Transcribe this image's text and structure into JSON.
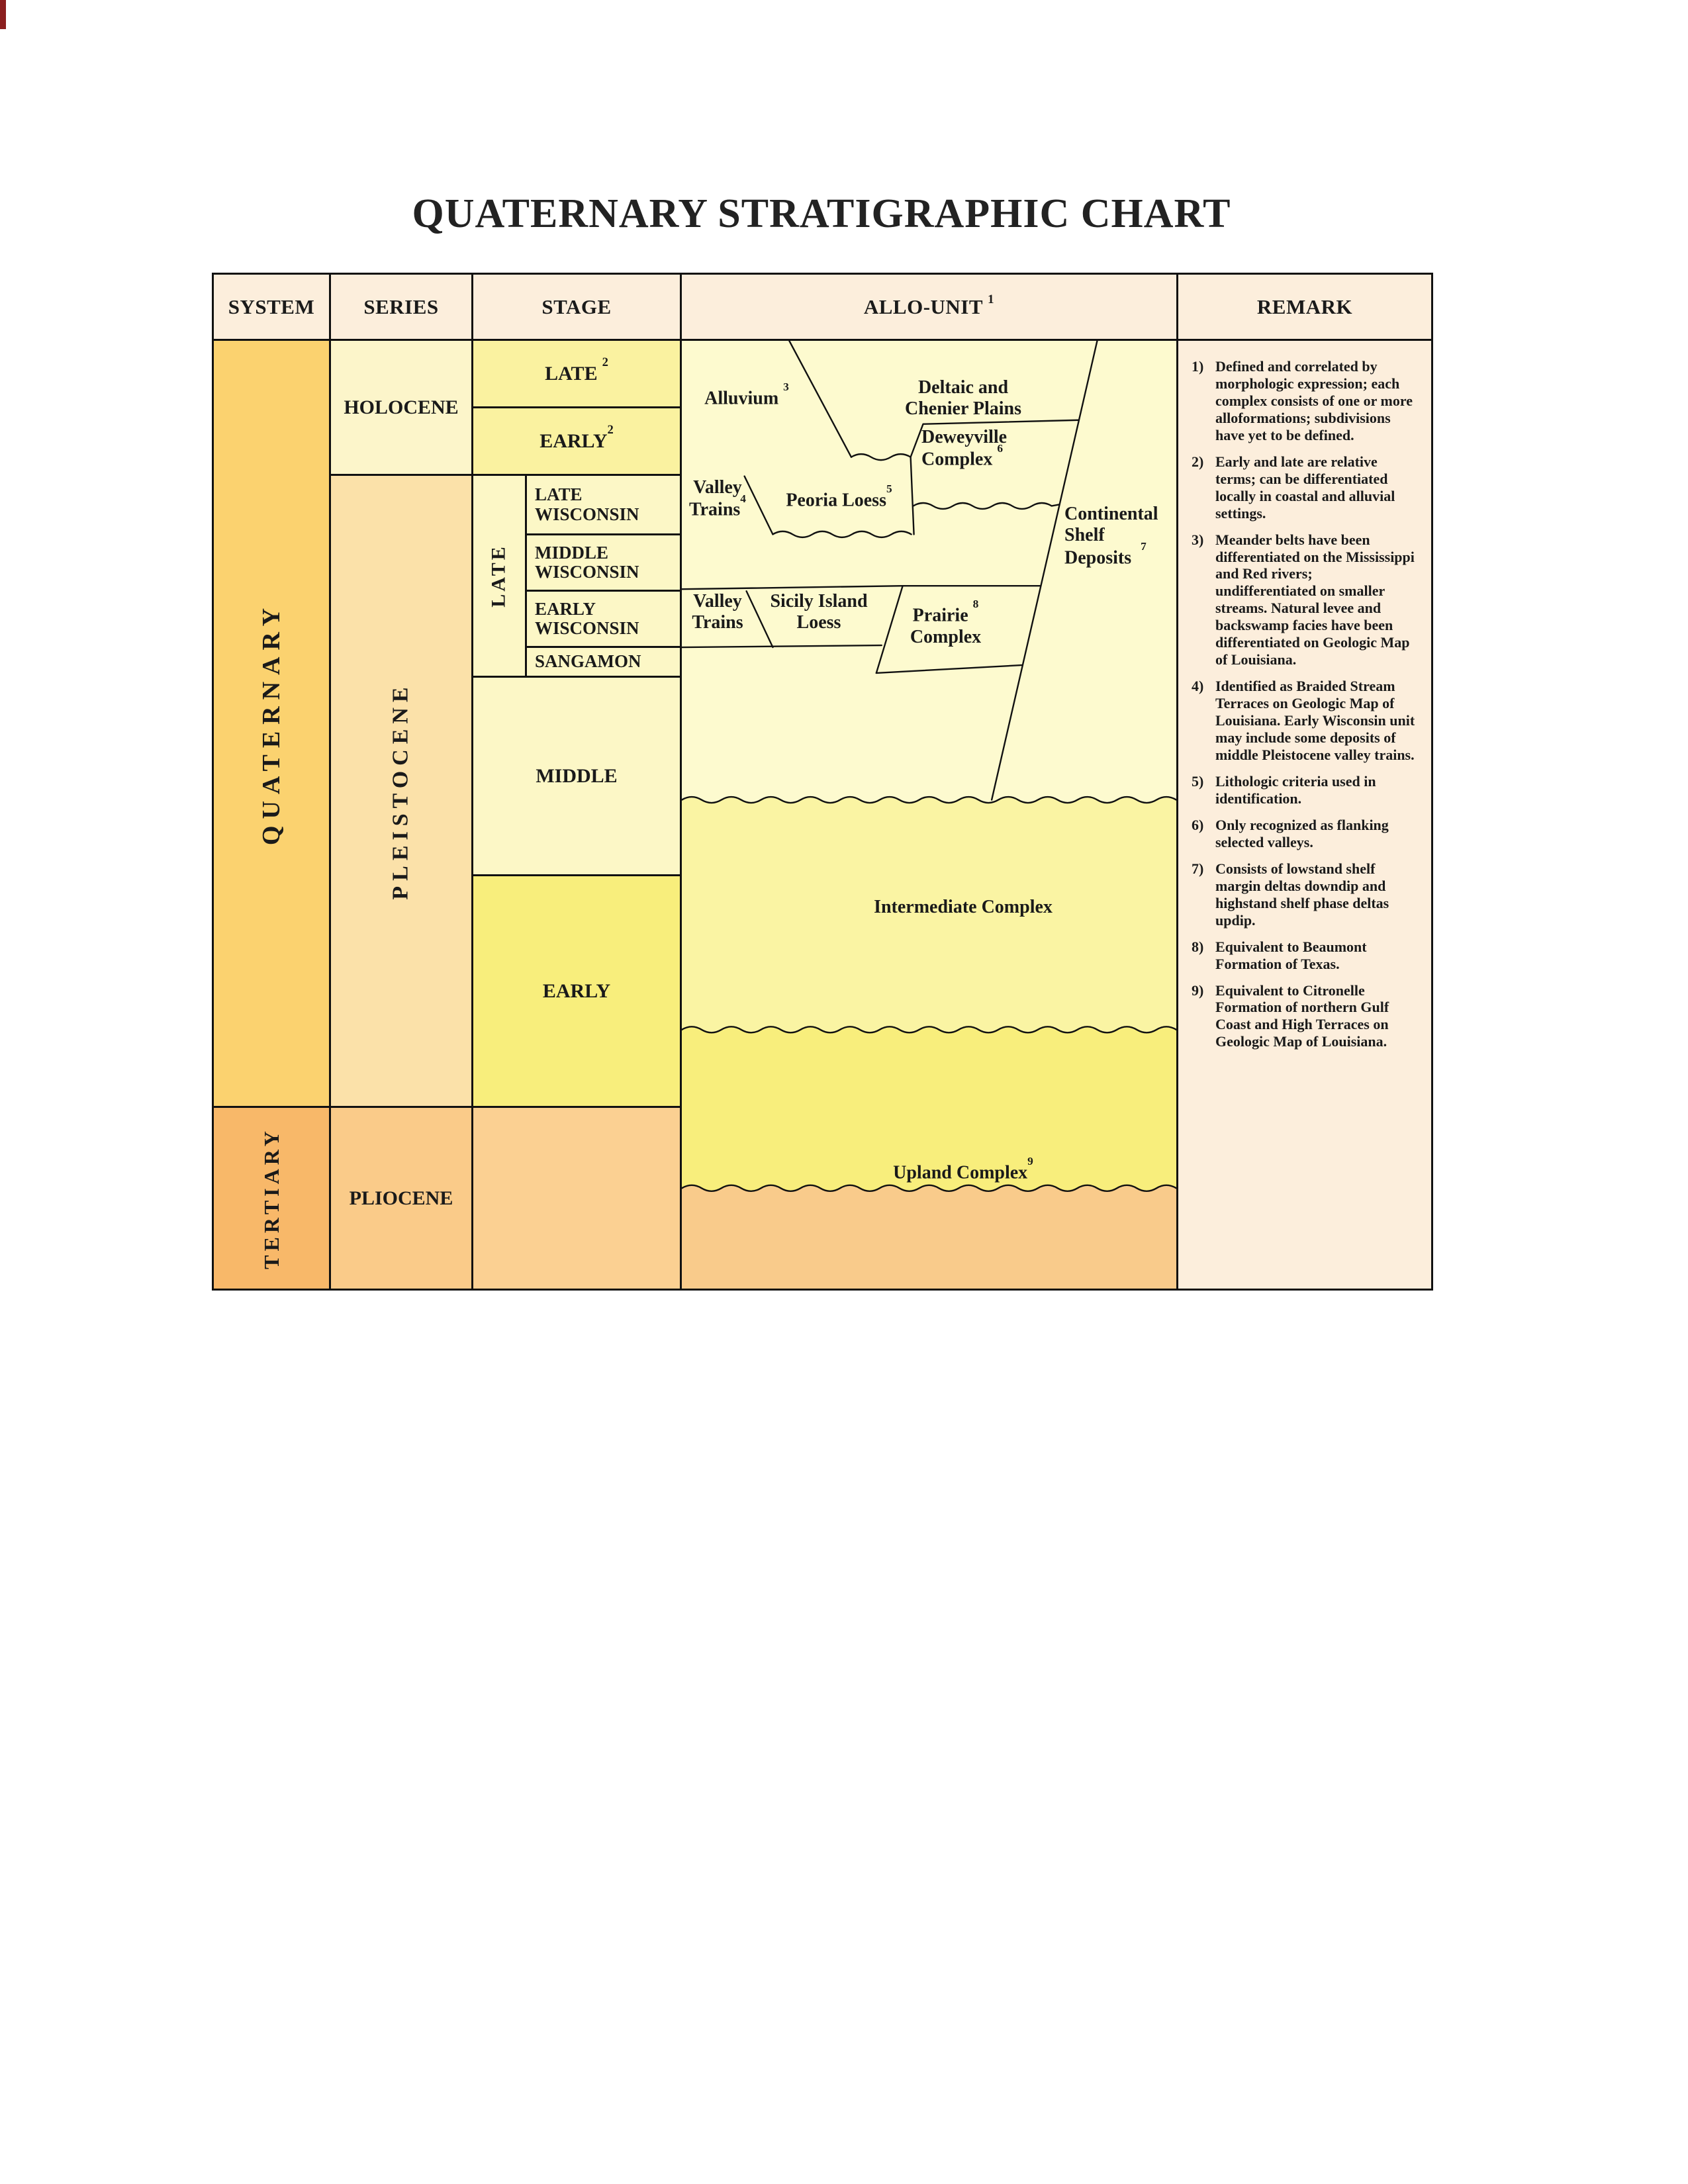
{
  "title": "QUATERNARY STRATIGRAPHIC CHART",
  "header": {
    "system": "SYSTEM",
    "series": "SERIES",
    "stage": "STAGE",
    "allo_unit": {
      "text": "ALLO-UNIT",
      "sup": "1"
    },
    "remark": "REMARK"
  },
  "system": {
    "quaternary": "QUATERNARY",
    "tertiary": "TERTIARY"
  },
  "series": {
    "holocene": "HOLOCENE",
    "pleistocene": "PLEISTOCENE",
    "pliocene": "PLIOCENE"
  },
  "stage": {
    "late_holocene": {
      "text": "LATE",
      "sup": "2"
    },
    "early_holocene": {
      "text": "EARLY",
      "sup": "2"
    },
    "late_band": "LATE",
    "late_wisconsin": "LATE WISCONSIN",
    "middle_wisconsin": "MIDDLE WISCONSIN",
    "early_wisconsin": "EARLY WISCONSIN",
    "sangamon": "SANGAMON",
    "middle": "MIDDLE",
    "early": "EARLY"
  },
  "allo_units": {
    "alluvium": {
      "text": "Alluvium",
      "sup": "3"
    },
    "deltaic": {
      "line1": "Deltaic and",
      "line2": "Chenier Plains"
    },
    "valley_trains_late": {
      "line1": "Valley",
      "line2": "Trains",
      "sup": "4"
    },
    "peoria_loess": {
      "text": "Peoria Loess",
      "sup": "5"
    },
    "deweyville": {
      "line1": "Deweyville",
      "line2": "Complex",
      "sup": "6"
    },
    "continental_shelf": {
      "line1": "Continental",
      "line2": "Shelf",
      "line3": "Deposits",
      "sup": "7"
    },
    "valley_trains_early": {
      "line1": "Valley",
      "line2": "Trains"
    },
    "sicily_island": {
      "line1": "Sicily Island",
      "line2": "Loess"
    },
    "prairie": {
      "line1": "Prairie",
      "sup": "8",
      "line2": "Complex"
    },
    "intermediate": "Intermediate Complex",
    "upland": {
      "text": "Upland Complex",
      "sup": "9"
    }
  },
  "remarks": [
    {
      "num": "1)",
      "text": "Defined and correlated by morphologic expression; each complex consists of one or more alloformations; subdivisions have yet to be defined."
    },
    {
      "num": "2)",
      "text": "Early and late are relative terms; can be differentiated locally in coastal and alluvial settings."
    },
    {
      "num": "3)",
      "text": "Meander belts have been differentiated on the Mississippi and Red rivers; undifferentiated on smaller streams. Natural levee and backswamp facies have been differentiated on Geologic Map of Louisiana."
    },
    {
      "num": "4)",
      "text": "Identified as Braided Stream Terraces on Geologic Map of Louisiana. Early Wisconsin unit may include some deposits of middle Pleistocene valley trains."
    },
    {
      "num": "5)",
      "text": "Lithologic criteria used in identification."
    },
    {
      "num": "6)",
      "text": "Only recognized as flanking selected valleys."
    },
    {
      "num": "7)",
      "text": "Consists of lowstand shelf margin deltas downdip and highstand shelf phase deltas updip."
    },
    {
      "num": "8)",
      "text": "Equivalent to Beaumont Formation of Texas."
    },
    {
      "num": "9)",
      "text": "Equivalent to Citronelle Formation of northern Gulf Coast and High Terraces on Geologic Map of Louisiana."
    }
  ],
  "colors": {
    "border": "#111111",
    "text": "#1a1a1a",
    "header_bg": "#FCEEDC",
    "remark_bg": "#FCEEDC",
    "quaternary_bg": "#FBD26F",
    "tertiary_bg": "#F8B869",
    "holocene_bg": "#FCF5CA",
    "pleistocene_bg": "#FBE1A9",
    "pliocene_bg": "#FACB89",
    "holocene_stage_bg": "#FAF2A0",
    "wisconsin_stage_bg": "#FCF7C6",
    "middle_stage_bg": "#FCF7C6",
    "early_stage_bg": "#F8EE7C",
    "tertiary_stage_bg": "#FBD092",
    "allo_top_bg": "#FDFACF",
    "allo_intermediate_bg": "#FAF4A3",
    "allo_upland_bg": "#F8EE7C",
    "allo_pliocene_bg": "#F9CB8B"
  }
}
